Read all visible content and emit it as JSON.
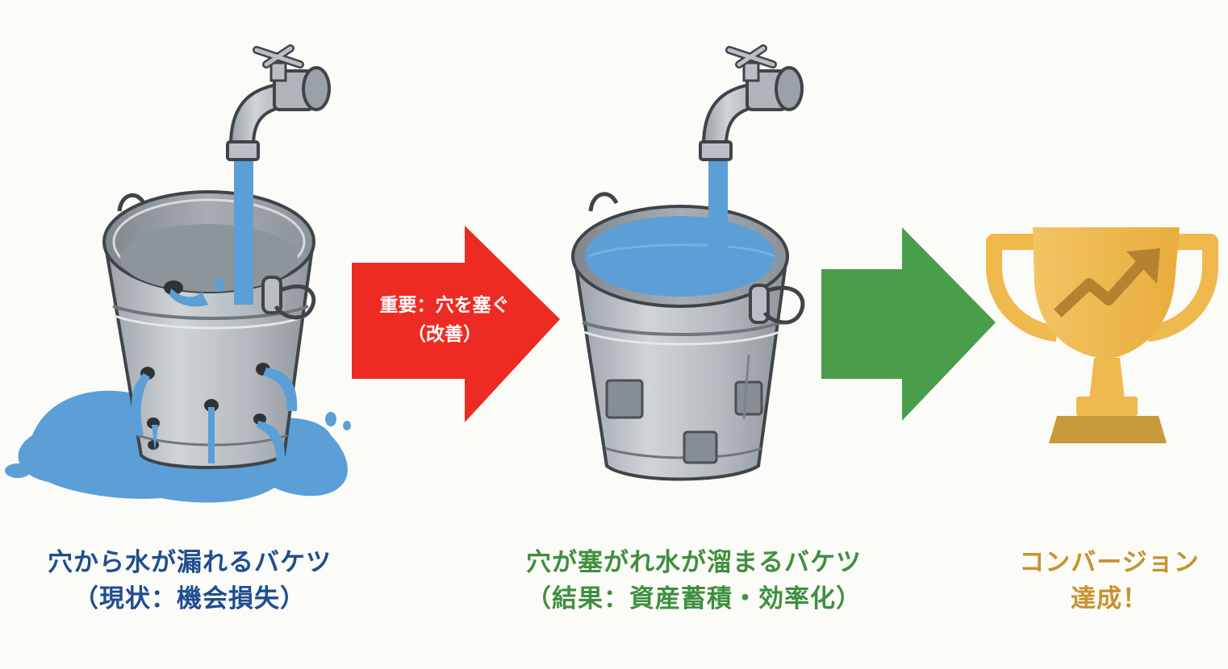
{
  "colors": {
    "background": "#fbfbf7",
    "water": "#5b9fd6",
    "bucket_metal": "#b6bcc1",
    "bucket_outline": "#3f4448",
    "arrow_red": "#ee2b22",
    "arrow_green": "#4a9d4a",
    "trophy_gold": "#f0b94e",
    "trophy_base": "#c99a3b",
    "caption_blue": "#1f4e8f",
    "caption_green": "#3f8f3f",
    "caption_gold": "#c7922f"
  },
  "stages": {
    "leaky": {
      "icon": "leaky-bucket-icon",
      "title": "穴から水が漏れるバケツ",
      "subtitle": "（現状：機会損失）"
    },
    "improve_arrow": {
      "icon": "red-arrow-icon",
      "line1": "重要：穴を塞ぐ",
      "line2": "（改善）"
    },
    "filled": {
      "icon": "filled-bucket-icon",
      "title": "穴が塞がれ水が溜まるバケツ",
      "subtitle": "（結果：資産蓄積・効率化）"
    },
    "result_arrow": {
      "icon": "green-arrow-icon"
    },
    "goal": {
      "icon": "trophy-icon",
      "title": "コンバージョン",
      "subtitle": "達成！"
    }
  }
}
